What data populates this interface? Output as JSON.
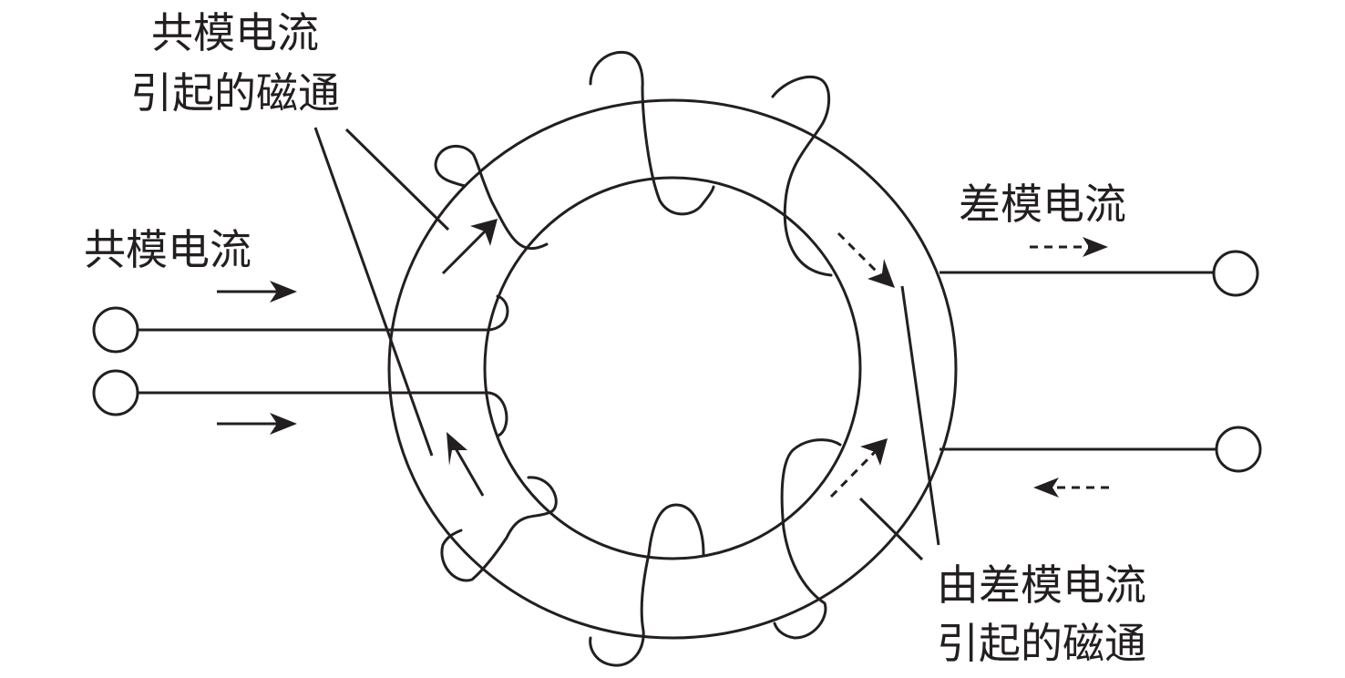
{
  "labels": {
    "cm_flux_line1": "共模电流",
    "cm_flux_line2": "引起的磁通",
    "cm_current": "共模电流",
    "dm_current": "差模电流",
    "dm_flux_line1": "由差模电流",
    "dm_flux_line2": "引起的磁通"
  },
  "colors": {
    "ink": "#231f20",
    "background": "#ffffff"
  }
}
